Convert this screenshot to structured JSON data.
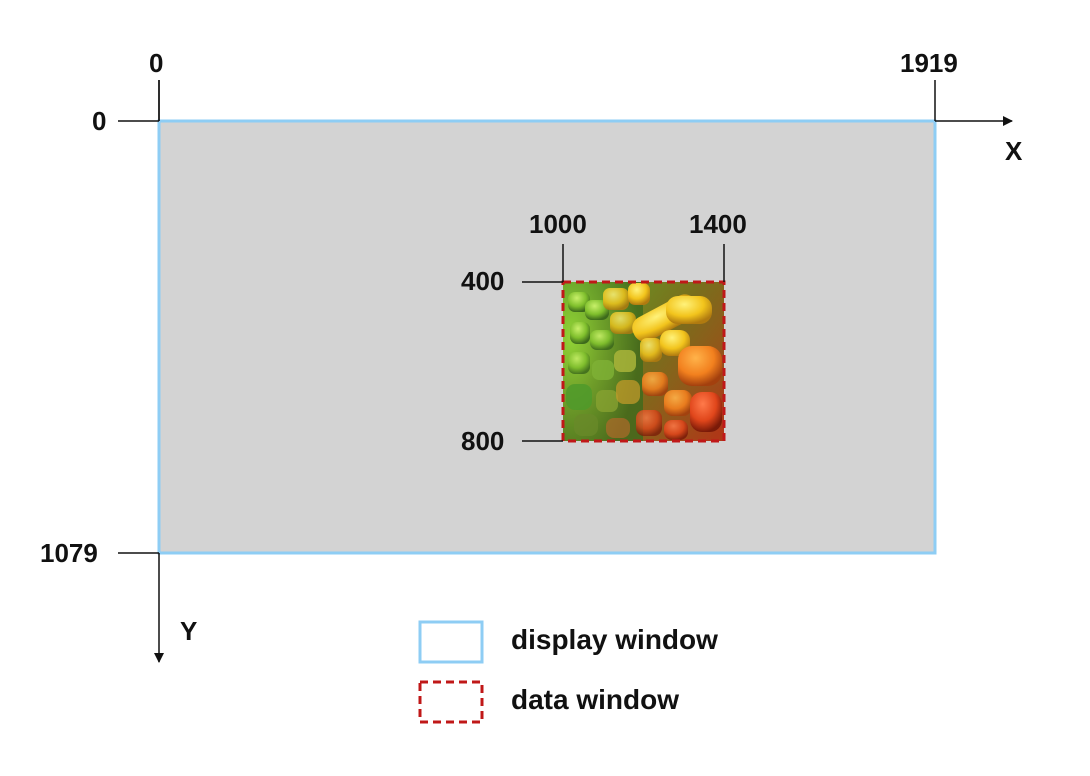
{
  "axes": {
    "x_label": "X",
    "y_label": "Y",
    "x_ticks": [
      "0",
      "1919"
    ],
    "y_ticks": [
      "0",
      "1079"
    ]
  },
  "display_window": {
    "fill_color": "#d3d3d3",
    "border_color": "#8ecdf4"
  },
  "data_window": {
    "x_ticks": [
      "1000",
      "1400"
    ],
    "y_ticks": [
      "400",
      "800"
    ],
    "border_color": "#c01818"
  },
  "legend": {
    "items": [
      {
        "label": "display window",
        "swatch": "solid",
        "color": "#8ecdf4"
      },
      {
        "label": "data window",
        "swatch": "dashed",
        "color": "#c01818"
      }
    ]
  }
}
